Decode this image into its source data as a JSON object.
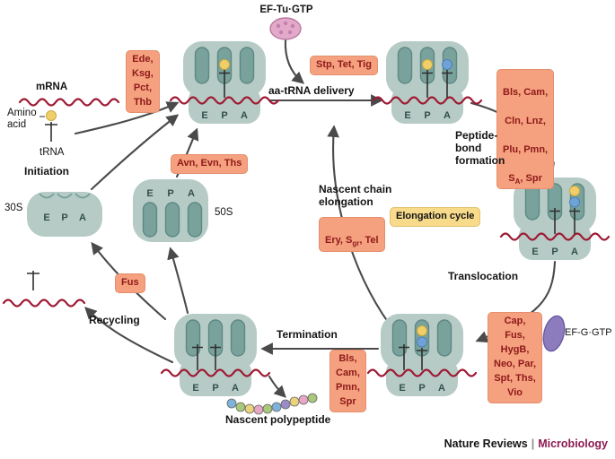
{
  "labels": {
    "ef_tu_gtp": "EF-Tu·GTP",
    "ef_g_gtp": "EF-G·GTP",
    "mrna": "mRNA",
    "amino_acid": "Amino\nacid",
    "trna": "tRNA",
    "subunit_30s": "30S",
    "subunit_50s": "50S",
    "nascent_polypeptide": "Nascent polypeptide"
  },
  "stages": {
    "initiation": "Initiation",
    "aa_trna_delivery": "aa-tRNA delivery",
    "peptide_bond_formation": "Peptide-\nbond\nformation",
    "nascent_chain_elongation": "Nascent chain\nelongation",
    "elongation_cycle": "Elongation cycle",
    "translocation": "Translocation",
    "termination": "Termination",
    "recycling": "Recycling"
  },
  "ribosome_sites": {
    "e": "E",
    "p": "P",
    "a": "A"
  },
  "drug_boxes": {
    "initiation": "Ede,\nKsg,\nPct,\nThb",
    "delivery": "Stp, Tet, Tig",
    "peptide_bond": {
      "line1": "Bls, Cam,",
      "line2": "Cln, Lnz,",
      "line3": "Plu, Pmn,",
      "line4_pre": "S",
      "line4_sub": "A",
      "line4_post": ", Spr"
    },
    "assembly": "Avn, Evn, Ths",
    "elongation": {
      "pre": "Ery, S",
      "sub": "gr",
      "post": ", Tel"
    },
    "recycling": "Fus",
    "translocation": "Cap,\nFus,\nHygB,\nNeo, Par,\nSpt, Ths,\nVio",
    "termination": "Bls,\nCam,\nPmn,\nSpr"
  },
  "footer": {
    "journal": "Nature Reviews",
    "separator": "|",
    "title": "Microbiology"
  },
  "colors": {
    "drug_box_bg": "#f5a07e",
    "drug_box_text": "#8d1a1a",
    "elongation_cycle_bg": "#f8da8b",
    "ribosome_body": "#b7cbc6",
    "ribosome_groove": "#7aa29c",
    "mrna_red": "#9e1a33",
    "arrow_gray": "#4a4a4a",
    "ef_tu_pink": "#e3a9c8",
    "ef_g_purple": "#8d7cbd",
    "amino_acid_yellow": "#f0cf6a",
    "incoming_aa_blue": "#6fa3d8",
    "journal_maroon": "#8c1a52",
    "beads": [
      "#7fb2d9",
      "#a9c87a",
      "#ead37a",
      "#e8a7c4",
      "#a9c87a",
      "#7fb2d9",
      "#9b8bc7",
      "#ead37a",
      "#e8a7c4",
      "#a9c87a"
    ]
  }
}
